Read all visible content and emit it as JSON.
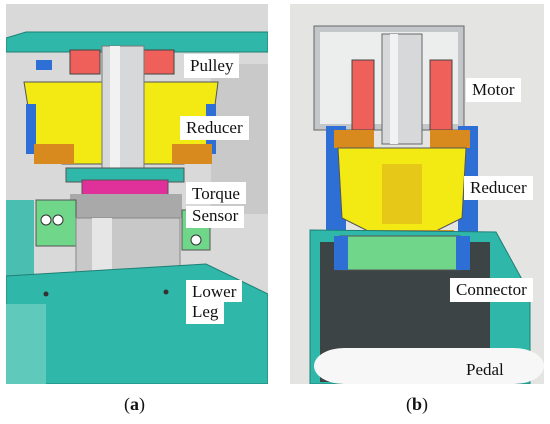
{
  "panel_a": {
    "labels": {
      "pulley": "Pulley",
      "reducer": "Reducer",
      "torque_sensor_line1": "Torque",
      "torque_sensor_line2": "Sensor",
      "lower_leg_line1": "Lower",
      "lower_leg_line2": "Leg"
    },
    "caption_letter": "a"
  },
  "panel_b": {
    "labels": {
      "motor": "Motor",
      "reducer": "Reducer",
      "connector": "Connector",
      "pedal": "Pedal"
    },
    "caption_letter": "b"
  },
  "colors": {
    "housing_teal": "#2fb8a9",
    "reducer_yellow": "#f2ea12",
    "motor_red": "#f0605a",
    "bearing_blue": "#2e6fd6",
    "orange": "#d98a1e",
    "magenta": "#e0309a",
    "connector_green": "#6fd68a",
    "gray_metal": "#b8bcc0"
  }
}
